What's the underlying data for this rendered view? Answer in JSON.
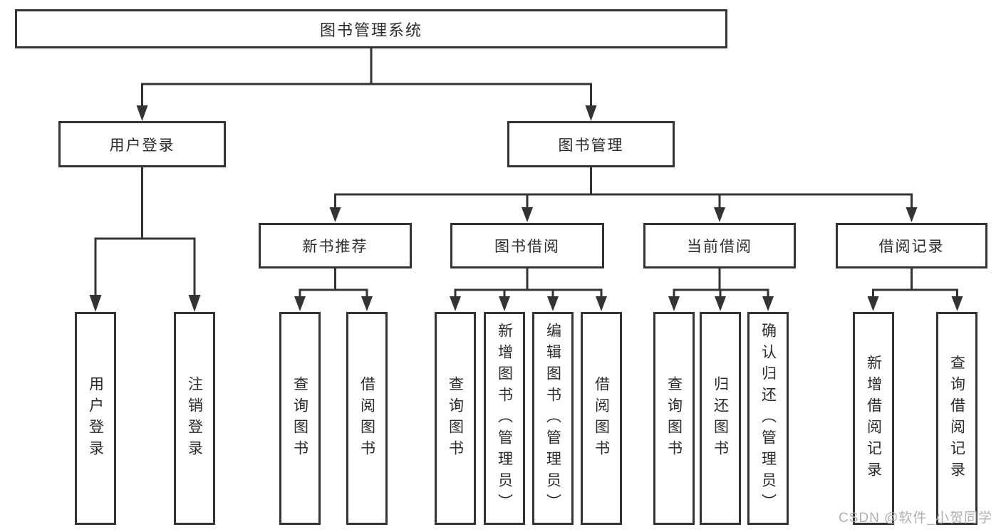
{
  "diagram": {
    "root": "图书管理系统",
    "branches": [
      {
        "label": "用户登录",
        "leaves": [
          "用户登录",
          "注销登录"
        ]
      },
      {
        "label": "图书管理",
        "groups": [
          {
            "label": "新书推荐",
            "leaves": [
              "查询图书",
              "借阅图书"
            ]
          },
          {
            "label": "图书借阅",
            "leaves": [
              "查询图书",
              "新增图书（管理员）",
              "编辑图书（管理员）",
              "借阅图书"
            ]
          },
          {
            "label": "当前借阅",
            "leaves": [
              "查询图书",
              "归还图书",
              "确认归还（管理员）"
            ]
          },
          {
            "label": "借阅记录",
            "leaves": [
              "新增借阅记录",
              "查询借阅记录"
            ]
          }
        ]
      }
    ]
  },
  "watermark": "CSDN @软件_小贺同学",
  "colors": {
    "line": "#333333",
    "box_border": "#333333",
    "box_background": "#ffffff",
    "text": "#2b2b2b",
    "watermark": "#b0b0b0"
  }
}
